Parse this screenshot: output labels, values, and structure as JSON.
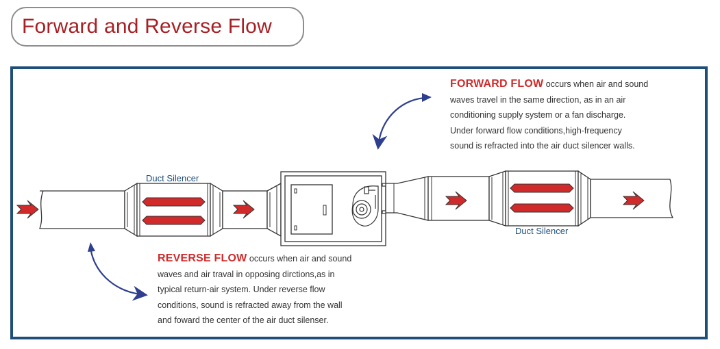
{
  "title": "Forward and Reverse Flow",
  "labels": {
    "silencer_left": "Duct Silencer",
    "silencer_right": "Duct Silencer"
  },
  "forward": {
    "keyword": "FORWARD FLOW",
    "lines": [
      " occurs when air and sound",
      "waves travel in the same direction, as in an air",
      "conditioning supply system or a fan discharge.",
      "Under forward flow conditions,high-frequency",
      "sound is refracted into the air duct silencer walls."
    ]
  },
  "reverse": {
    "keyword": "REVERSE FLOW",
    "lines": [
      " occurs when air and sound",
      "waves and air traval in opposing dirctions,as in",
      "typical return-air system. Under reverse flow",
      "conditions, sound is refracted away from the wall",
      "and foward the  center of the air duct silenser."
    ]
  },
  "colors": {
    "title": "#a81f24",
    "frame": "#1f4e79",
    "keyword": "#d12a2a",
    "arrow_curve": "#2e3f8f",
    "flow_arrow": "#d12a2a",
    "label": "#1f4e79"
  }
}
